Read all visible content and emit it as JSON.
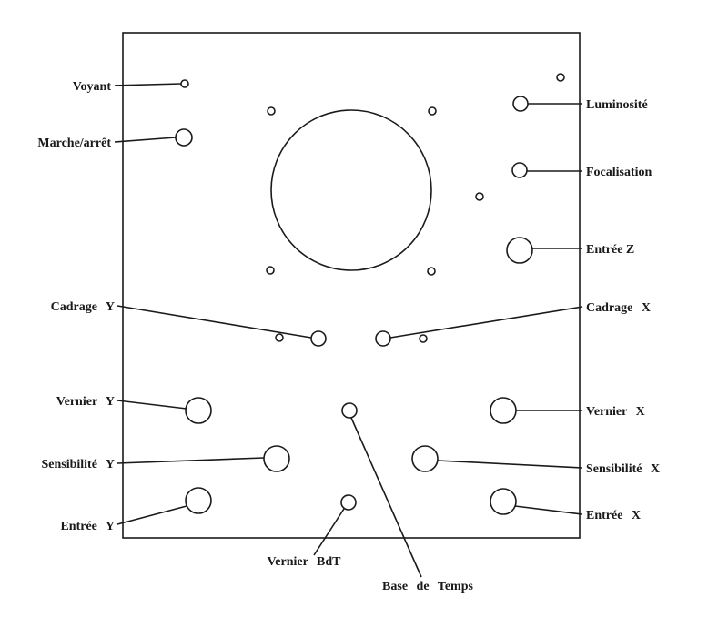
{
  "labels": {
    "voyant": "Voyant",
    "marche_arret": "Marche/arrêt",
    "luminosite": "Luminosité",
    "focalisation": "Focalisation",
    "entree_z": "Entrée Z",
    "cadrage_y": "Cadrage Y",
    "cadrage_x": "Cadrage X",
    "vernier_y": "Vernier Y",
    "vernier_x": "Vernier X",
    "sensibilite_y": "Sensibilité Y",
    "sensibilite_x": "Sensibilité X",
    "entree_y": "Entrée Y",
    "entree_x": "Entrée X",
    "vernier_bdt": "Vernier BdT",
    "base_de_temps": "Base de Temps"
  },
  "colors": {
    "ink": "#1a1a1a",
    "paper": "#ffffff"
  }
}
